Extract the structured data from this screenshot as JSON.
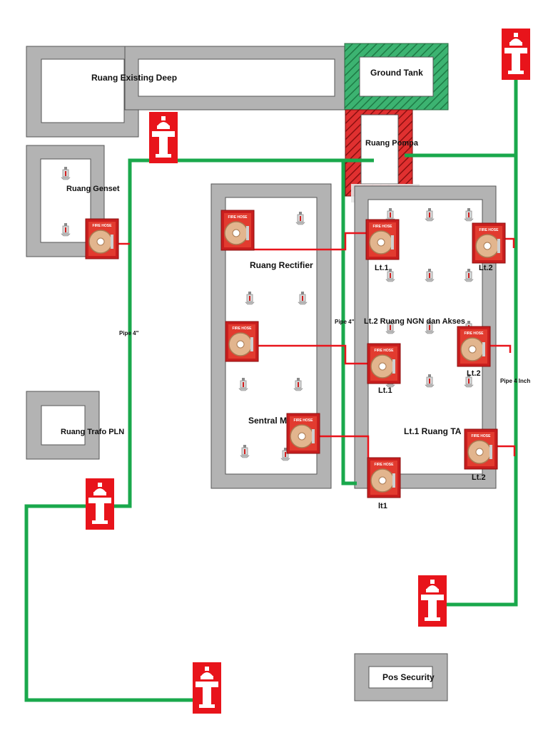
{
  "rooms": {
    "existing_deep": "Ruang Existing Deep",
    "ground_tank": "Ground Tank",
    "pompa": "Ruang Pompa",
    "genset": "Ruang Genset",
    "rectifier": "Ruang Rectifier",
    "ngn": "Lt.2 Ruang NGN dan Akses",
    "sentral": "Sentral M",
    "ta": "Lt.1 Ruang TA",
    "trafo": "Ruang Trafo PLN",
    "security": "Pos Security"
  },
  "pipes": {
    "left": "Pipe 4\"",
    "center": "Pipe 4\"",
    "right": "Pipe 4 Inch"
  },
  "floor_labels": {
    "lt1_a": "Lt.1",
    "lt2_a": "Lt.2",
    "lt2_b": "Lt.2",
    "lt1_b": "Lt.1",
    "lt2_c": "Lt.2",
    "lt1_c": "lt1"
  },
  "fire_hose_text": "FIRE HOSE",
  "colors": {
    "wall": "#b3b3b3",
    "pipe_green": "#1aa84c",
    "branch_red": "#e8141b",
    "hydrant_red": "#e8141b",
    "tank_green": "#3cb371",
    "pump_red": "#e03030"
  },
  "icons": {
    "hydrant": "hydrant-icon",
    "fire_hose": "fire-hose-cabinet-icon",
    "sprinkler": "sprinkler-icon"
  }
}
